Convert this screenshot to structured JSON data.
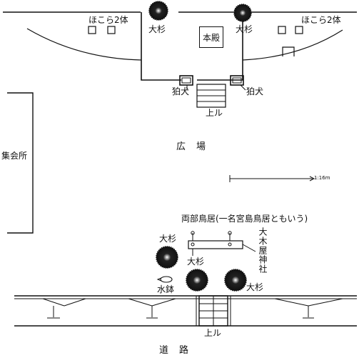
{
  "labels": {
    "hokora_left": "ほこら2体",
    "hokora_right": "ほこら2体",
    "honden": "本殿",
    "cedar_top_left": "大杉",
    "cedar_top_right": "大杉",
    "komainu_left": "狛犬",
    "komainu_right": "狛犬",
    "steps_up_top": "上ル",
    "plaza": "広　場",
    "meeting_hall": "集会所",
    "scale": "1:16m",
    "torii": "両部鳥居(一名宮島鳥居ともいう)",
    "shrine_name": "大木屋神社",
    "cedar_mid_left": "大杉",
    "cedar_mid_center": "大杉",
    "cedar_mid_right": "大杉",
    "water_basin": "水鉢",
    "steps_up_bottom": "上ル",
    "road": "道　路"
  },
  "colors": {
    "ink": "#111111",
    "paper": "#ffffff"
  }
}
